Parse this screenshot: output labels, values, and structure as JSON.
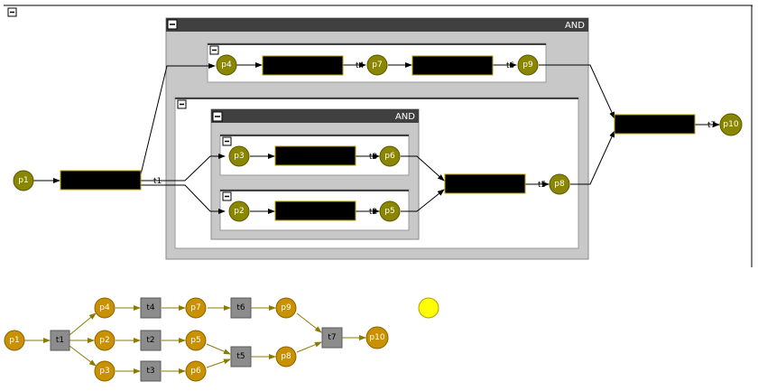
{
  "groups": {
    "and_outer_label": "AND",
    "and_inner_label": "AND"
  },
  "top_net": {
    "places": [
      "p1",
      "p2",
      "p3",
      "p4",
      "p5",
      "p6",
      "p7",
      "p8",
      "p9",
      "p10"
    ],
    "arc_labels": {
      "t1": "t1",
      "t2": "t2",
      "t3": "t3",
      "t4": "t4",
      "t5": "t5",
      "t6": "t6",
      "t7": "t7"
    }
  },
  "bottom_net": {
    "places": {
      "p1": "p1",
      "p2": "p2",
      "p3": "p3",
      "p4": "p4",
      "p5": "p5",
      "p6": "p6",
      "p7": "p7",
      "p8": "p8",
      "p9": "p9",
      "p10": "p10"
    },
    "transitions": {
      "t1": "t1",
      "t2": "t2",
      "t3": "t3",
      "t4": "t4",
      "t5": "t5",
      "t6": "t6",
      "t7": "t7"
    }
  },
  "colors": {
    "group_header": "#404040",
    "group_fill": "#c8c8c8",
    "place_top": "#8a8600",
    "place_bottom": "#c99100",
    "transition_bottom": "#8c8c8c",
    "token": "#ffff00"
  }
}
